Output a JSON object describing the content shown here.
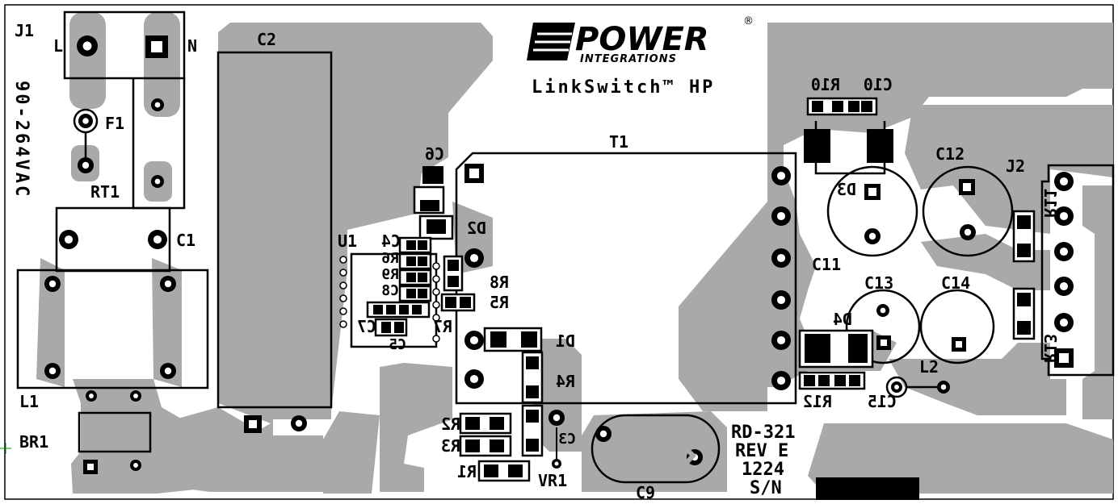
{
  "board": {
    "brand_line1": "POWER",
    "brand_line2": "INTEGRATIONS",
    "brand_reg": "®",
    "product": "LinkSwitch™ HP",
    "input_range": "90-264VAC",
    "rd_lines": [
      "RD-321",
      "REV E",
      "1224",
      "S/N"
    ]
  },
  "refdes": {
    "J1": "J1",
    "L": "L",
    "N": "N",
    "F1": "F1",
    "RT1": "RT1",
    "C1": "C1",
    "L1": "L1",
    "BR1": "BR1",
    "C2": "C2",
    "T1": "T1",
    "C6": "C6",
    "D2": "D2",
    "U1": "U1",
    "C4": "C4",
    "R6": "R6",
    "R9": "R9",
    "C8": "C8",
    "R8": "R8",
    "R5": "R5",
    "R7": "R7",
    "C7": "C7",
    "C5": "C5",
    "D1": "D1",
    "R4": "R4",
    "R2": "R2",
    "R3": "R3",
    "R1": "R1",
    "C3": "C3",
    "VR1": "VR1",
    "C9": "C9",
    "C10": "C10",
    "R10": "R10",
    "D3": "D3",
    "C11": "C11",
    "C12": "C12",
    "C13": "C13",
    "C14": "C14",
    "D4": "D4",
    "L2": "L2",
    "C15": "C15",
    "R12": "R12",
    "J2": "J2",
    "R11": "R11",
    "R13": "R13"
  },
  "colors": {
    "copper": "#a9a9a9",
    "silk": "#000000",
    "board": "#ffffff"
  }
}
